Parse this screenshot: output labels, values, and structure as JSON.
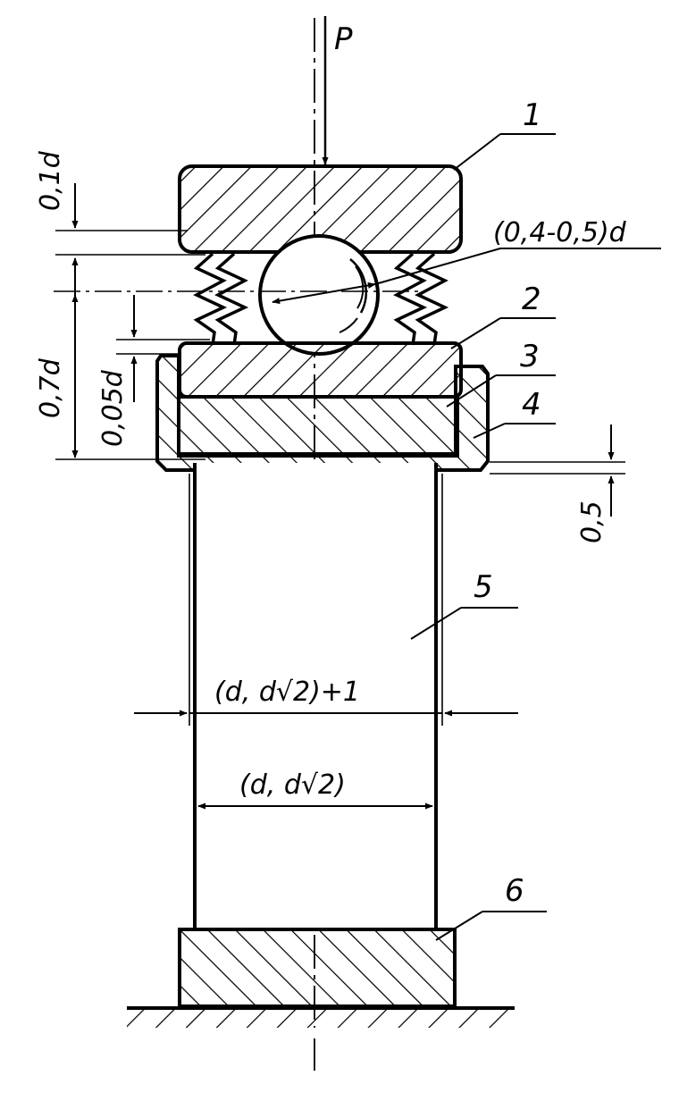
{
  "load_label": "P",
  "parts": {
    "p1": "1",
    "p2": "2",
    "p3": "3",
    "p4": "4",
    "p5": "5",
    "p6": "6"
  },
  "dimensions": {
    "top_plate_thickness": "0,1d",
    "ball_diameter": "(0,4-0,5)d",
    "spring_height": "0,7d",
    "plate_thickness": "0,05d",
    "gap": "0,5",
    "specimen_outer": "(d, d√2)+1",
    "specimen_inner": "(d, d√2)"
  }
}
